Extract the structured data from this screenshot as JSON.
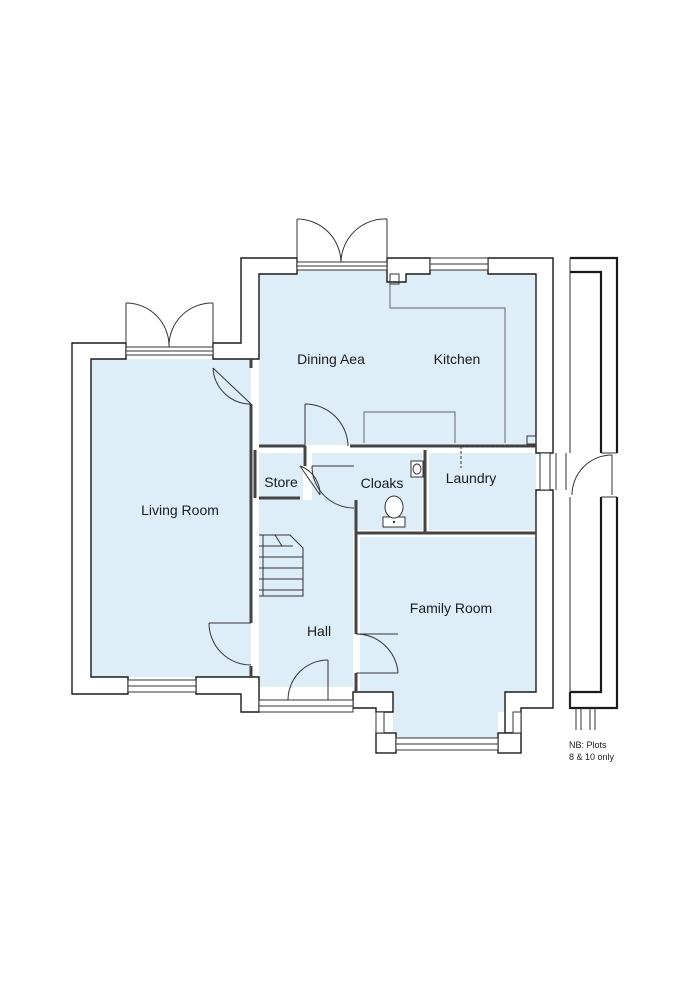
{
  "colors": {
    "floor_fill": "#deeef8",
    "wall_stroke": "#1a1a1a",
    "background": "#ffffff"
  },
  "rooms": {
    "dining": "Dining Aea",
    "kitchen": "Kitchen",
    "living": "Living Room",
    "store": "Store",
    "cloaks": "Cloaks",
    "laundry": "Laundry",
    "hall": "Hall",
    "family": "Family Room"
  },
  "note": {
    "line1": "NB: Plots",
    "line2": "8 & 10 only"
  },
  "icons": [
    "door-swing-icon",
    "french-doors-icon",
    "window-icon",
    "staircase-icon",
    "toilet-icon",
    "basin-icon"
  ]
}
